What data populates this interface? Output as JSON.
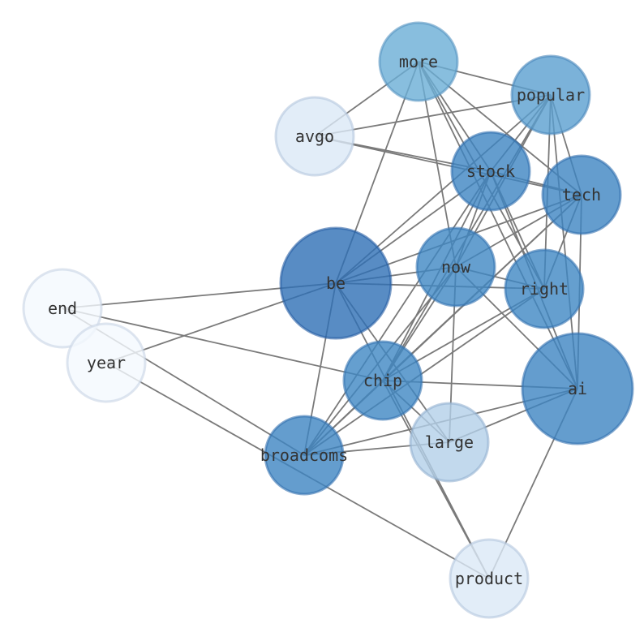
{
  "graph": {
    "type": "network",
    "nodes": [
      {
        "id": "more",
        "label": "more",
        "weight": 2,
        "color": "#6aaed6"
      },
      {
        "id": "popular",
        "label": "popular",
        "weight": 2,
        "color": "#5a9fd0"
      },
      {
        "id": "avgo",
        "label": "avgo",
        "weight": 2,
        "color": "#dbe9f6"
      },
      {
        "id": "stock",
        "label": "stock",
        "weight": 2,
        "color": "#3d84c2"
      },
      {
        "id": "tech",
        "label": "tech",
        "weight": 2,
        "color": "#3d84c2"
      },
      {
        "id": "be",
        "label": "be",
        "weight": 4,
        "color": "#2e6fb5"
      },
      {
        "id": "now",
        "label": "now",
        "weight": 2,
        "color": "#3f87c3"
      },
      {
        "id": "right",
        "label": "right",
        "weight": 2,
        "color": "#3f87c3"
      },
      {
        "id": "end",
        "label": "end",
        "weight": 2,
        "color": "#f4f9fe"
      },
      {
        "id": "year",
        "label": "year",
        "weight": 2,
        "color": "#f4f9fe"
      },
      {
        "id": "chip",
        "label": "chip",
        "weight": 2,
        "color": "#3f87c3"
      },
      {
        "id": "ai",
        "label": "ai",
        "weight": 4,
        "color": "#3d84c2"
      },
      {
        "id": "large",
        "label": "large",
        "weight": 2,
        "color": "#b3cfe8"
      },
      {
        "id": "broadcoms",
        "label": "broadcoms",
        "weight": 2,
        "color": "#3d84c2"
      },
      {
        "id": "product",
        "label": "product",
        "weight": 2,
        "color": "#dbe9f6"
      }
    ],
    "edges": [
      [
        "more",
        "popular"
      ],
      [
        "more",
        "avgo"
      ],
      [
        "more",
        "stock"
      ],
      [
        "more",
        "tech"
      ],
      [
        "more",
        "be"
      ],
      [
        "more",
        "now"
      ],
      [
        "more",
        "right"
      ],
      [
        "more",
        "ai"
      ],
      [
        "popular",
        "avgo"
      ],
      [
        "popular",
        "stock"
      ],
      [
        "popular",
        "tech"
      ],
      [
        "popular",
        "be"
      ],
      [
        "popular",
        "now"
      ],
      [
        "popular",
        "right"
      ],
      [
        "popular",
        "ai"
      ],
      [
        "popular",
        "chip"
      ],
      [
        "avgo",
        "stock"
      ],
      [
        "avgo",
        "tech"
      ],
      [
        "stock",
        "be"
      ],
      [
        "stock",
        "tech"
      ],
      [
        "stock",
        "right"
      ],
      [
        "stock",
        "ai"
      ],
      [
        "stock",
        "chip"
      ],
      [
        "stock",
        "broadcoms"
      ],
      [
        "stock",
        "now"
      ],
      [
        "tech",
        "be"
      ],
      [
        "tech",
        "right"
      ],
      [
        "tech",
        "ai"
      ],
      [
        "tech",
        "chip"
      ],
      [
        "tech",
        "broadcoms"
      ],
      [
        "tech",
        "now"
      ],
      [
        "be",
        "now"
      ],
      [
        "be",
        "right"
      ],
      [
        "be",
        "end"
      ],
      [
        "be",
        "year"
      ],
      [
        "be",
        "broadcoms"
      ],
      [
        "be",
        "product"
      ],
      [
        "be",
        "large"
      ],
      [
        "now",
        "right"
      ],
      [
        "now",
        "chip"
      ],
      [
        "now",
        "ai"
      ],
      [
        "now",
        "large"
      ],
      [
        "now",
        "broadcoms"
      ],
      [
        "right",
        "chip"
      ],
      [
        "right",
        "broadcoms"
      ],
      [
        "end",
        "chip"
      ],
      [
        "end",
        "broadcoms"
      ],
      [
        "year",
        "product"
      ],
      [
        "chip",
        "ai"
      ],
      [
        "chip",
        "large"
      ],
      [
        "chip",
        "broadcoms"
      ],
      [
        "chip",
        "product"
      ],
      [
        "ai",
        "large"
      ],
      [
        "ai",
        "broadcoms"
      ],
      [
        "ai",
        "product"
      ],
      [
        "large",
        "broadcoms"
      ]
    ]
  }
}
